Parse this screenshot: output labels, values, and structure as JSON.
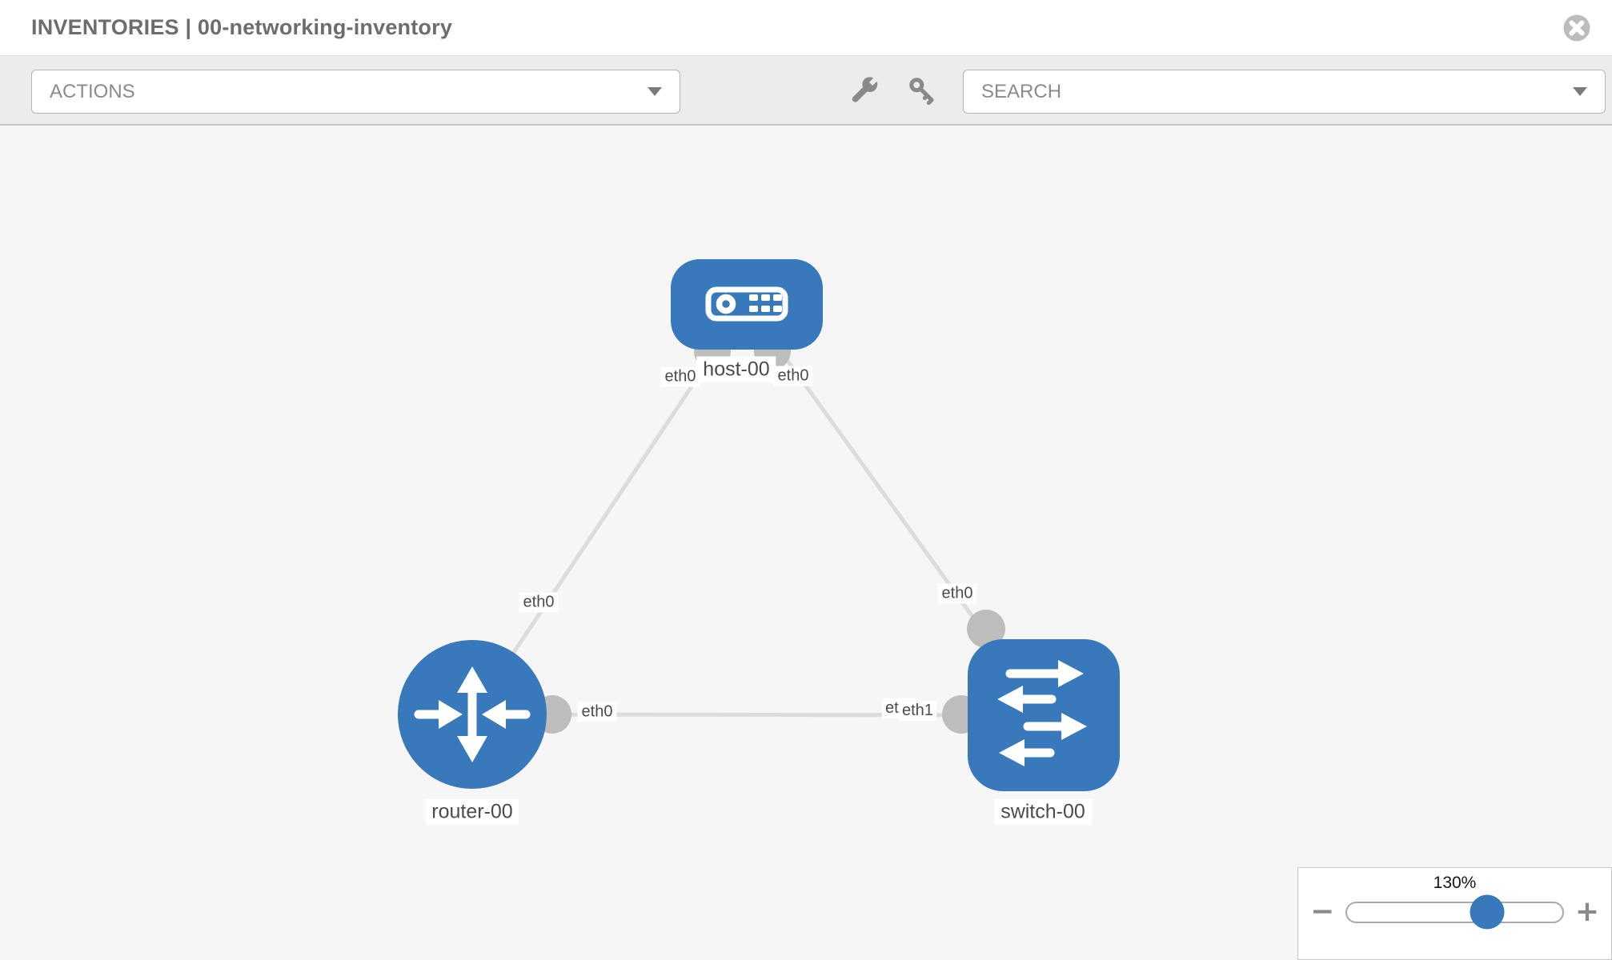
{
  "header": {
    "title": "INVENTORIES | 00-networking-inventory"
  },
  "toolbar": {
    "actions_label": "ACTIONS",
    "search_label": "SEARCH",
    "icons": [
      "wrench",
      "key"
    ]
  },
  "topology": {
    "nodes": [
      {
        "id": "host-00",
        "type": "host",
        "label": "host-00"
      },
      {
        "id": "router-00",
        "type": "router",
        "label": "router-00"
      },
      {
        "id": "switch-00",
        "type": "switch",
        "label": "switch-00"
      }
    ],
    "links": [
      {
        "from": "host-00",
        "to": "router-00"
      },
      {
        "from": "host-00",
        "to": "switch-00"
      },
      {
        "from": "router-00",
        "to": "switch-00"
      }
    ],
    "interface_labels": [
      {
        "text": "eth0",
        "location": "host-00 left"
      },
      {
        "text": "eth0",
        "location": "host-00 right"
      },
      {
        "text": "eth0",
        "location": "host-router link, router side"
      },
      {
        "text": "eth0",
        "location": "host-switch link, switch side"
      },
      {
        "text": "eth0",
        "location": "router-switch link, router side"
      },
      {
        "text": "eth0",
        "location": "router-switch link, switch side (underneath)"
      },
      {
        "text": "eth1",
        "location": "router-switch link, switch side (on top)"
      }
    ]
  },
  "zoom_control": {
    "percent": "130%",
    "minus": "−",
    "plus": "+",
    "slider_value_pct": 65
  },
  "colors": {
    "node_blue": "#3879bb",
    "link_gray": "#dcdcdc",
    "connector_gray": "#bdbdbd",
    "canvas_bg": "#f6f6f6",
    "toolbar_bg": "#ececec",
    "title_gray": "#6d6d6d"
  }
}
